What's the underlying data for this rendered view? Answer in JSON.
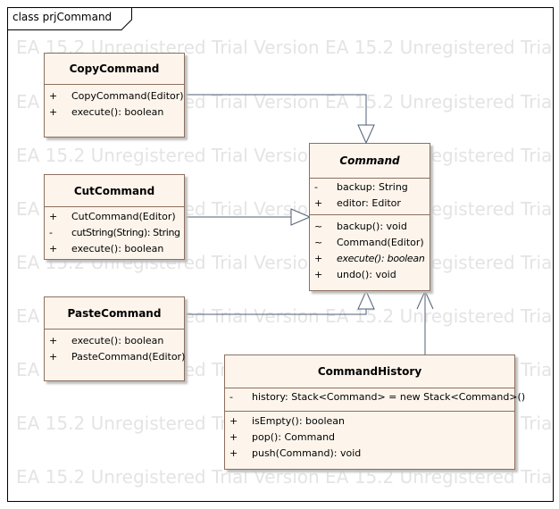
{
  "diagram": {
    "frame_title": "class prjCommand",
    "watermark": "EA 15.2 Unregistered Trial Version EA 15.2 Unregistered Trial Version EA 15.2 Unregistered Trial Version",
    "classes": {
      "copy_command": {
        "name": "CopyCommand",
        "operations": [
          {
            "vis": "+",
            "text": "CopyCommand(Editor)"
          },
          {
            "vis": "+",
            "text": "execute(): boolean"
          }
        ]
      },
      "cut_command": {
        "name": "CutCommand",
        "operations": [
          {
            "vis": "+",
            "text": "CutCommand(Editor)"
          },
          {
            "vis": "-",
            "text": "cutString(String): String"
          },
          {
            "vis": "+",
            "text": "execute(): boolean"
          }
        ]
      },
      "paste_command": {
        "name": "PasteCommand",
        "operations": [
          {
            "vis": "+",
            "text": "execute(): boolean"
          },
          {
            "vis": "+",
            "text": "PasteCommand(Editor)"
          }
        ]
      },
      "command": {
        "name": "Command",
        "attributes": [
          {
            "vis": "-",
            "text": "backup: String"
          },
          {
            "vis": "+",
            "text": "editor: Editor"
          }
        ],
        "operations": [
          {
            "vis": "~",
            "text": "backup(): void"
          },
          {
            "vis": "~",
            "text": "Command(Editor)"
          },
          {
            "vis": "+",
            "text": "execute(): boolean"
          },
          {
            "vis": "+",
            "text": "undo(): void"
          }
        ]
      },
      "command_history": {
        "name": "CommandHistory",
        "attributes": [
          {
            "vis": "-",
            "text": "history: Stack<Command> = new Stack<Command>()"
          }
        ],
        "operations": [
          {
            "vis": "+",
            "text": "isEmpty(): boolean"
          },
          {
            "vis": "+",
            "text": "pop(): Command"
          },
          {
            "vis": "+",
            "text": "push(Command): void"
          }
        ]
      }
    }
  }
}
